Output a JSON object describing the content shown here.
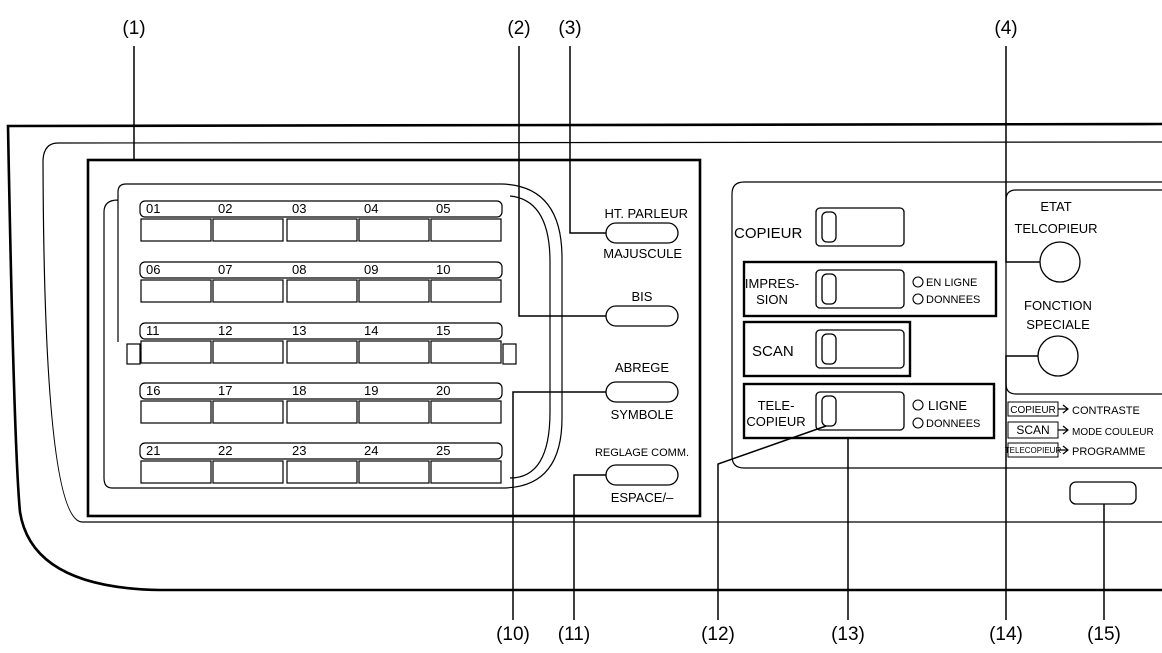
{
  "callouts": [
    "(1)",
    "(2)",
    "(3)",
    "(4)",
    "(10)",
    "(11)",
    "(12)",
    "(13)",
    "(14)",
    "(15)"
  ],
  "one_touch_numbers": [
    "01",
    "02",
    "03",
    "04",
    "05",
    "06",
    "07",
    "08",
    "09",
    "10",
    "11",
    "12",
    "13",
    "14",
    "15",
    "16",
    "17",
    "18",
    "19",
    "20",
    "21",
    "22",
    "23",
    "24",
    "25"
  ],
  "fax_keys": {
    "speaker": "HT. PARLEUR",
    "caps": "MAJUSCULE",
    "redial": "BIS",
    "speed_dial": "ABREGE",
    "symbol": "SYMBOLE",
    "comm_settings": "REGLAGE COMM.",
    "space": "ESPACE/–"
  },
  "modes": {
    "copy": "COPIEUR",
    "print_line1": "IMPRES-",
    "print_line2": "SION",
    "print_online": "EN LIGNE",
    "print_data": "DONNEES",
    "scan": "SCAN",
    "fax_line1": "TELE-",
    "fax_line2": "COPIEUR",
    "fax_line": "LIGNE",
    "fax_data": "DONNEES"
  },
  "right_keys": {
    "status_line1": "ETAT",
    "status_line2": "TELCOPIEUR",
    "special_line1": "FONCTION",
    "special_line2": "SPECIALE"
  },
  "legend": [
    {
      "mode": "COPIEUR",
      "function": "CONTRASTE"
    },
    {
      "mode": "SCAN",
      "function": "MODE COULEUR"
    },
    {
      "mode": "TELECOPIEUR",
      "function": "PROGRAMME"
    }
  ]
}
